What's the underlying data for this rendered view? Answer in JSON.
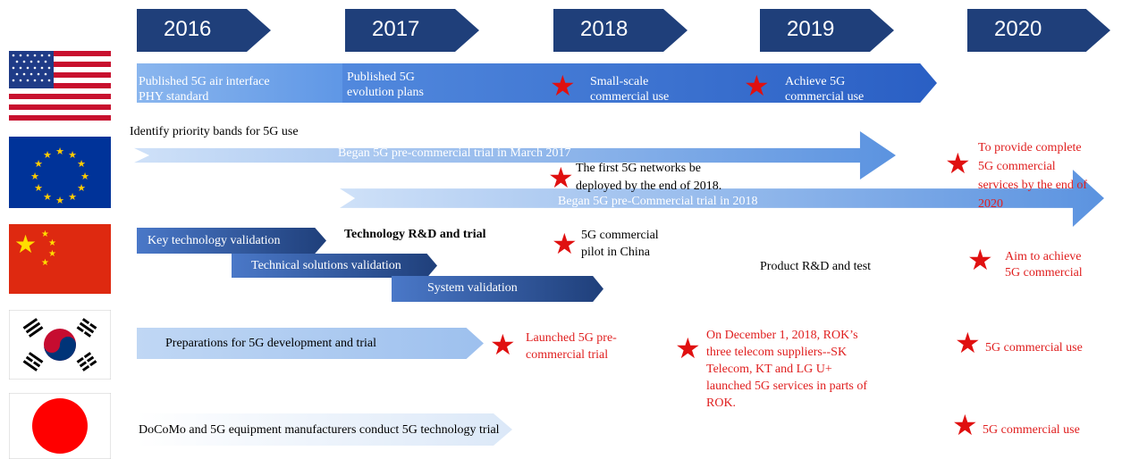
{
  "years": [
    "2016",
    "2017",
    "2018",
    "2019",
    "2020"
  ],
  "colors": {
    "year_arrow": "#1f3f7a",
    "star": "#e01010",
    "red_text": "#e02020"
  },
  "countries": [
    "usa-flag",
    "eu-flag",
    "china-flag",
    "korea-flag",
    "japan-flag"
  ],
  "usa": {
    "a": "Published 5G air interface",
    "b": "PHY standard",
    "c": "Published 5G",
    "d": "evolution plans",
    "e": "Small-scale",
    "f": "commercial use",
    "g": "Achieve 5G",
    "h": "commercial use"
  },
  "eu": {
    "identify": "Identify priority bands for 5G use",
    "trial2017": "Began 5G pre-commercial trial in March 2017",
    "first1": "The first 5G networks be",
    "first2": "deployed by the end of 2018.",
    "trial2018": "Began 5G pre-Commercial trial in 2018",
    "goal1": "To provide complete",
    "goal2": "5G commercial",
    "goal3": "services by the end of",
    "goal4": "2020"
  },
  "china": {
    "key": "Key technology validation",
    "rnd": "Technology R&D and trial",
    "tech": "Technical solutions validation",
    "system": "System validation",
    "pilot1": "5G commercial",
    "pilot2": "pilot in China",
    "product": "Product R&D and test",
    "aim1": "Aim to achieve",
    "aim2": "5G commercial"
  },
  "korea": {
    "prep": "Preparations for 5G development and trial",
    "launch1": "Launched 5G pre-",
    "launch2": "commercial trial",
    "dec1": "On December 1, 2018, ROK’s",
    "dec2": "three telecom suppliers--SK",
    "dec3": "Telecom, KT and LG U+",
    "dec4": "launched 5G services in parts of",
    "dec5": "ROK.",
    "commercial": "5G commercial use"
  },
  "japan": {
    "docomo": "DoCoMo and 5G equipment manufacturers conduct 5G technology trial",
    "commercial": "5G commercial use"
  }
}
